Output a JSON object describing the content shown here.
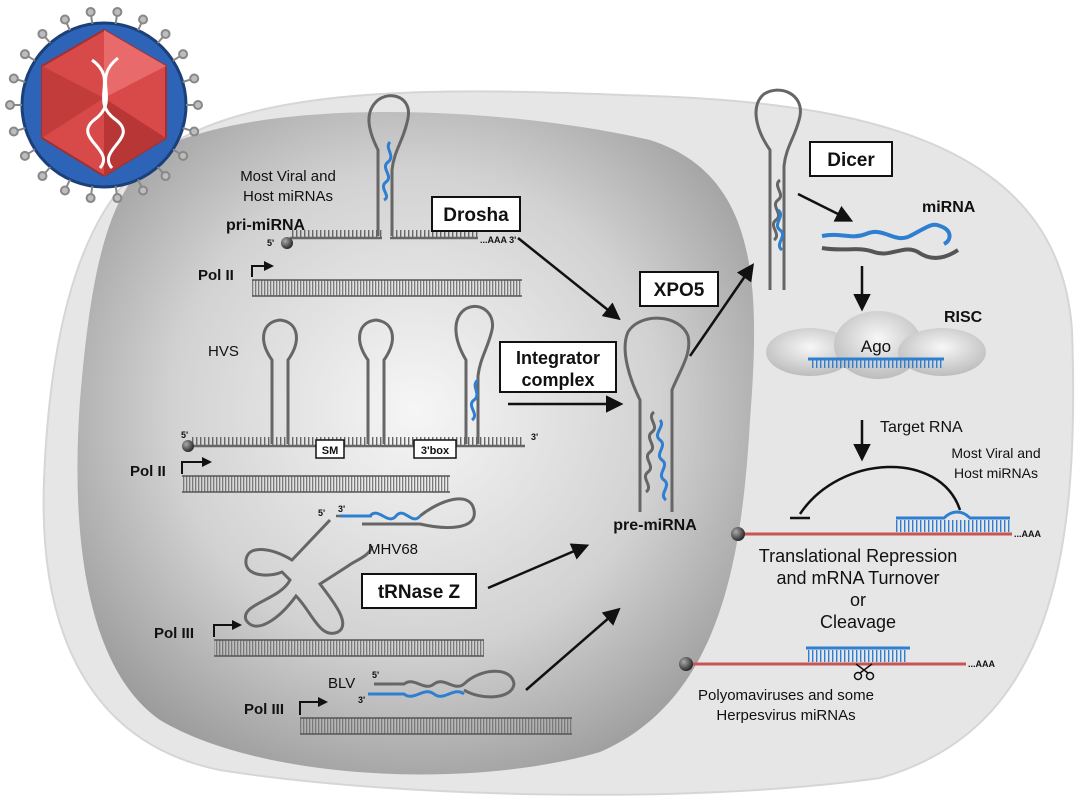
{
  "labels": {
    "most_viral_host_top": [
      "Most Viral and",
      "Host miRNAs"
    ],
    "pri_mirna": "pri-miRNA",
    "drosha": "Drosha",
    "pol2_a": "Pol II",
    "hvs": "HVS",
    "sm": "SM",
    "threebox": "3'box",
    "pol2_b": "Pol II",
    "integrator": [
      "Integrator",
      "complex"
    ],
    "mhv68": "MHV68",
    "trnase": "tRNase Z",
    "pol3_a": "Pol III",
    "blv": "BLV",
    "pol3_b": "Pol III",
    "xpo5": "XPO5",
    "pre_mirna": "pre-miRNA",
    "dicer": "Dicer",
    "mirna": "miRNA",
    "risc": "RISC",
    "ago": "Ago",
    "target_rna": "Target RNA",
    "most_viral_host_right": [
      "Most Viral and",
      "Host miRNAs"
    ],
    "outcome": [
      "Translational Repression",
      "and mRNA Turnover",
      "or",
      "Cleavage"
    ],
    "polyoma": [
      "Polyomaviruses and some",
      "Herpesvirus miRNAs"
    ],
    "end_5": "5'",
    "end_3": "3'",
    "polya": "...AAA",
    "polya_3": "...AAA 3'"
  },
  "colors": {
    "cell": "#e6e6e6",
    "nucleus_center": "#f4f4f4",
    "nucleus_edge": "#a9a9a9",
    "rna_gray": "#666666",
    "rna_blue": "#2f7fd1",
    "mrna_red": "#c85454",
    "virus_red": "#d84a4a",
    "virus_blue": "#2d64b8"
  }
}
